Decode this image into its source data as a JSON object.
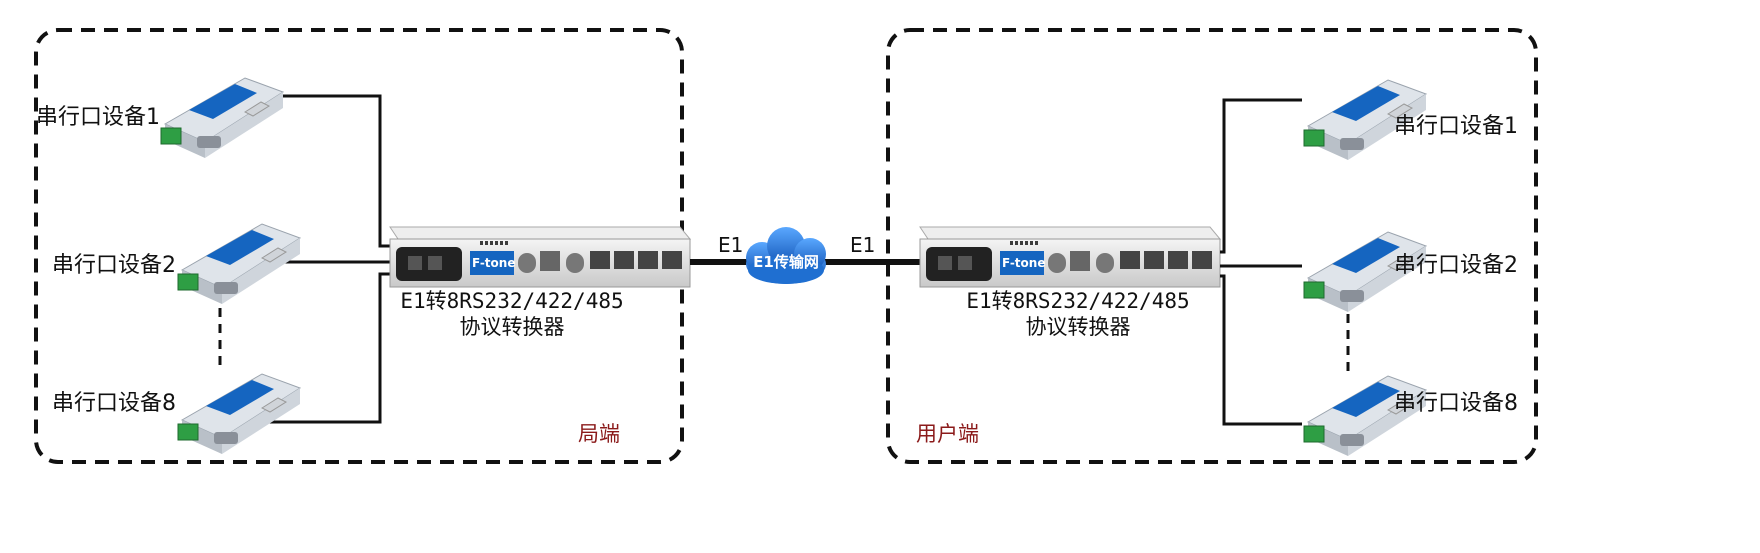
{
  "left_zone": {
    "name": "局端",
    "devices": [
      {
        "label": "串行口设备1"
      },
      {
        "label": "串行口设备2"
      },
      {
        "label": "串行口设备8"
      }
    ],
    "converter": {
      "caption_line1": "E1转8RS232/422/485",
      "caption_line2": "协议转换器",
      "brand": "F-tone"
    }
  },
  "right_zone": {
    "name": "用户端",
    "devices": [
      {
        "label": "串行口设备1"
      },
      {
        "label": "串行口设备2"
      },
      {
        "label": "串行口设备8"
      }
    ],
    "converter": {
      "caption_line1": "E1转8RS232/422/485",
      "caption_line2": "协议转换器",
      "brand": "F-tone"
    }
  },
  "network": {
    "left_link_label": "E1",
    "right_link_label": "E1",
    "cloud_label": "E1传输网"
  },
  "device_brand": "F-tone",
  "colors": {
    "zone_label": "#8b1a1a",
    "cloud": "#1f6fd1",
    "device_blue": "#1565c0",
    "terminal_green": "#2e9e44"
  }
}
